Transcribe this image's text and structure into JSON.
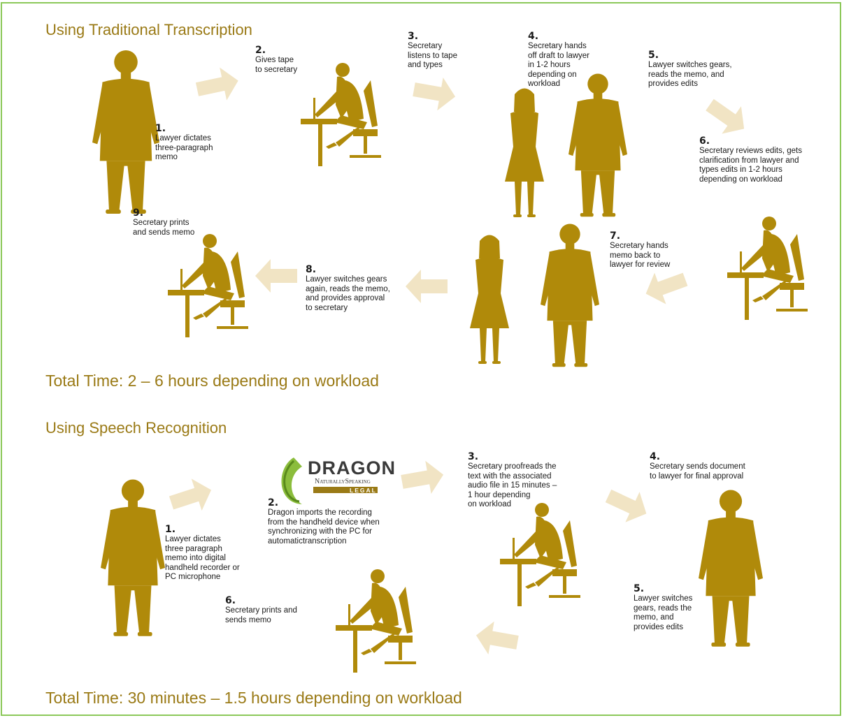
{
  "traditional": {
    "heading": "Using Traditional Transcription",
    "total": "Total Time:  2 – 6 hours depending on workload",
    "steps": [
      {
        "num": "1.",
        "text": "Lawyer dictates\nthree-paragraph\nmemo"
      },
      {
        "num": "2.",
        "text": "Gives tape\nto secretary"
      },
      {
        "num": "3.",
        "text": "Secretary\nlistens to tape\nand types"
      },
      {
        "num": "4.",
        "text": "Secretary hands\noff draft to lawyer\nin 1-2 hours\ndepending on\nworkload"
      },
      {
        "num": "5.",
        "text": "Lawyer switches gears,\nreads the memo, and\nprovides edits"
      },
      {
        "num": "6.",
        "text": "Secretary reviews edits, gets\nclarification from lawyer and\ntypes edits in 1-2 hours\ndepending on workload"
      },
      {
        "num": "7.",
        "text": "Secretary hands\nmemo back to\nlawyer for review"
      },
      {
        "num": "8.",
        "text": "Lawyer switches gears\nagain, reads the memo,\nand provides approval\nto secretary"
      },
      {
        "num": "9.",
        "text": "Secretary prints\nand sends memo"
      }
    ]
  },
  "speech": {
    "heading": "Using Speech Recognition",
    "total": "Total Time:  30 minutes – 1.5 hours depending on workload",
    "logo": {
      "brand": "DRAGON",
      "product": "NaturallySpeaking",
      "edition": "LEGAL"
    },
    "steps": [
      {
        "num": "1.",
        "text": "Lawyer dictates\nthree paragraph\nmemo into digital\nhandheld recorder or\nPC microphone"
      },
      {
        "num": "2.",
        "text": "Dragon imports the recording\nfrom the handheld device when\nsynchronizing with the PC for\nautomatictranscription"
      },
      {
        "num": "3.",
        "text": "Secretary proofreads the\ntext with the associated\naudio file  in 15 minutes –\n1 hour depending\non  workload"
      },
      {
        "num": "4.",
        "text": "Secretary sends document\nto lawyer for final approval"
      },
      {
        "num": "5.",
        "text": "Lawyer switches\ngears, reads the\nmemo, and\nprovides edits"
      },
      {
        "num": "6.",
        "text": "Secretary prints and\nsends memo"
      }
    ]
  },
  "colors": {
    "figure": "#b08a0a",
    "heading": "#9a7a16",
    "border": "#8cc85a",
    "arrow": "#f1e4c4",
    "logo_green": "#8bbd3c"
  }
}
